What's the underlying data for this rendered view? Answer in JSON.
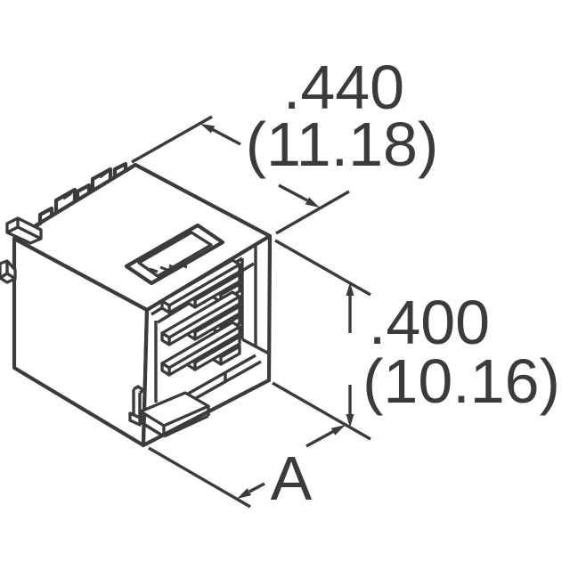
{
  "style": {
    "line_color": "#3b3b3b",
    "background_color": "#ffffff"
  },
  "drawing": {
    "description": "Isometric outline drawing of a right-angle PCB header connector with a slotted top face, notched mounting tabs, two side pegs, a front cavity containing nine square pins, and a bottom mounting foot"
  },
  "dimensions": {
    "width": {
      "inches": ".440",
      "millimeters": "(11.18)"
    },
    "height": {
      "inches": ".400",
      "millimeters": "(10.16)"
    },
    "variable_width": {
      "label": "A"
    }
  }
}
